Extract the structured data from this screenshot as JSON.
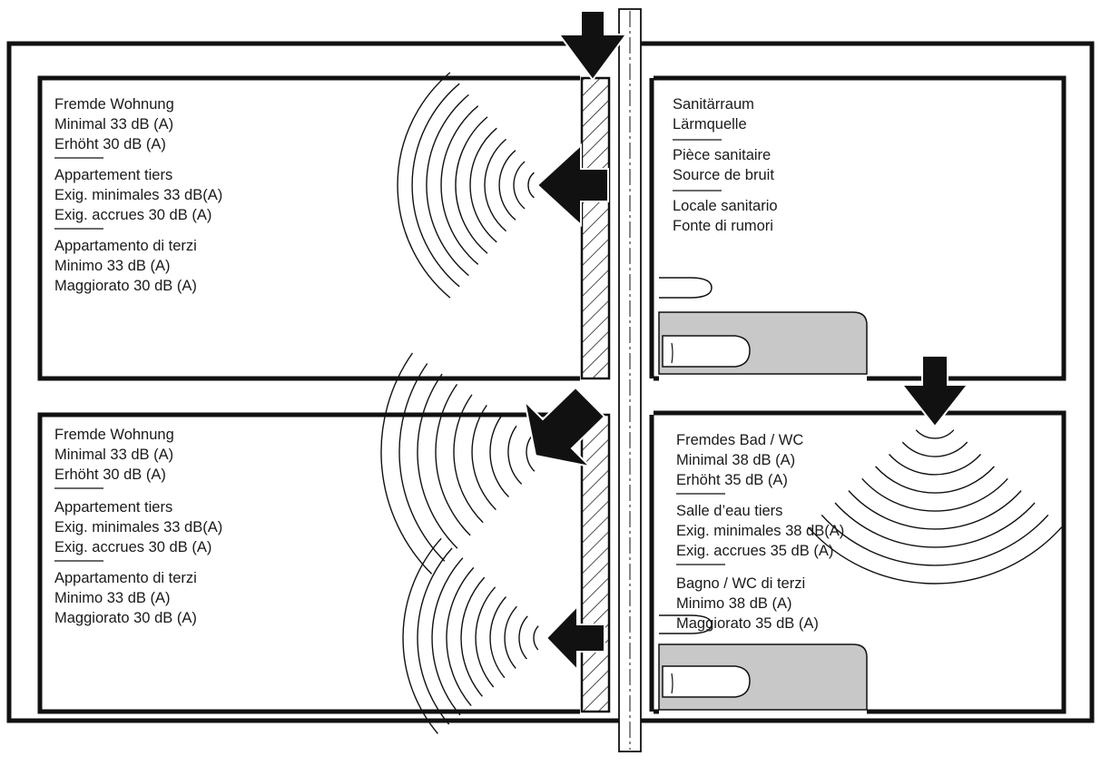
{
  "rooms": {
    "top_left": {
      "de": [
        "Fremde Wohnung",
        "Minimal 33 dB (A)",
        "Erhöht 30 dB (A)"
      ],
      "fr": [
        "Appartement tiers",
        "Exig. minimales 33 dB(A)",
        "Exig. accrues 30 dB (A)"
      ],
      "it": [
        "Appartamento di terzi",
        "Minimo 33 dB (A)",
        "Maggiorato 30 dB (A)"
      ]
    },
    "top_right": {
      "de": [
        "Sanitärraum",
        "Lärmquelle"
      ],
      "fr": [
        "Pièce sanitaire",
        "Source de bruit"
      ],
      "it": [
        "Locale sanitario",
        "Fonte di rumori"
      ]
    },
    "bottom_left": {
      "de": [
        "Fremde Wohnung",
        "Minimal 33 dB (A)",
        "Erhöht 30 dB (A)"
      ],
      "fr": [
        "Appartement tiers",
        "Exig. minimales 33 dB(A)",
        "Exig. accrues 30 dB (A)"
      ],
      "it": [
        "Appartamento di terzi",
        "Minimo 33 dB (A)",
        "Maggiorato 30 dB (A)"
      ]
    },
    "bottom_right": {
      "de": [
        "Fremdes Bad / WC",
        "Minimal 38 dB (A)",
        "Erhöht 35 dB (A)"
      ],
      "fr": [
        "Salle d’eau tiers",
        "Exig. minimales 38 dB(A)",
        "Exig. accrues 35 dB (A)"
      ],
      "it": [
        "Bagno / WC di terzi",
        "Minimo 38 dB (A)",
        "Maggiorato 35 dB (A)"
      ]
    }
  },
  "colors": {
    "walls": "#111111",
    "fixture_fill": "#c8c8c8",
    "background": "#ffffff"
  }
}
